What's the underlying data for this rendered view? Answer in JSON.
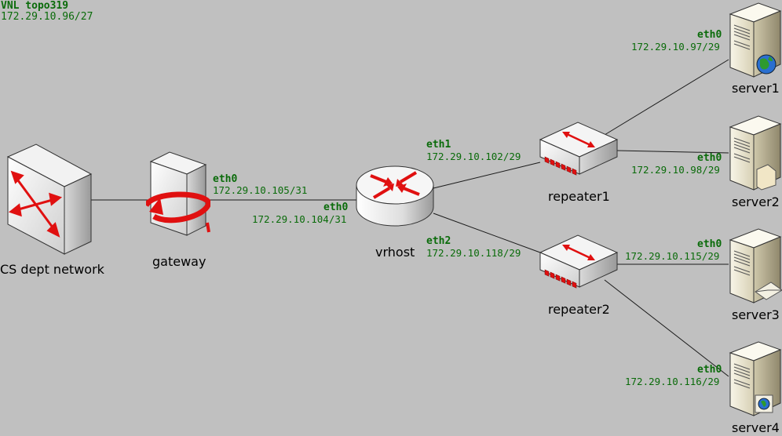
{
  "title": "VNL topo319",
  "subnet": "172.29.10.96/27",
  "devices": {
    "cs_dept_network": "CS dept network",
    "gateway": "gateway",
    "vrhost": "vrhost",
    "repeater1": "repeater1",
    "repeater2": "repeater2",
    "server1": "server1",
    "server2": "server2",
    "server3": "server3",
    "server4": "server4"
  },
  "interfaces": {
    "gateway_eth0": {
      "name": "eth0",
      "ip": "172.29.10.105/31"
    },
    "vrhost_eth0": {
      "name": "eth0",
      "ip": "172.29.10.104/31"
    },
    "vrhost_eth1": {
      "name": "eth1",
      "ip": "172.29.10.102/29"
    },
    "vrhost_eth2": {
      "name": "eth2",
      "ip": "172.29.10.118/29"
    },
    "server1_eth0": {
      "name": "eth0",
      "ip": "172.29.10.97/29"
    },
    "server2_eth0": {
      "name": "eth0",
      "ip": "172.29.10.98/29"
    },
    "server3_eth0": {
      "name": "eth0",
      "ip": "172.29.10.115/29"
    },
    "server4_eth0": {
      "name": "eth0",
      "ip": "172.29.10.116/29"
    }
  },
  "colors": {
    "background": "#c0c0c0",
    "label_green": "#0a6b0a",
    "accent_red": "#e01010"
  },
  "icons": {
    "cs_dept_network": "switch-icon",
    "gateway": "gateway-icon",
    "vrhost": "router-icon",
    "repeater": "repeater-icon",
    "server": "server-icon"
  }
}
